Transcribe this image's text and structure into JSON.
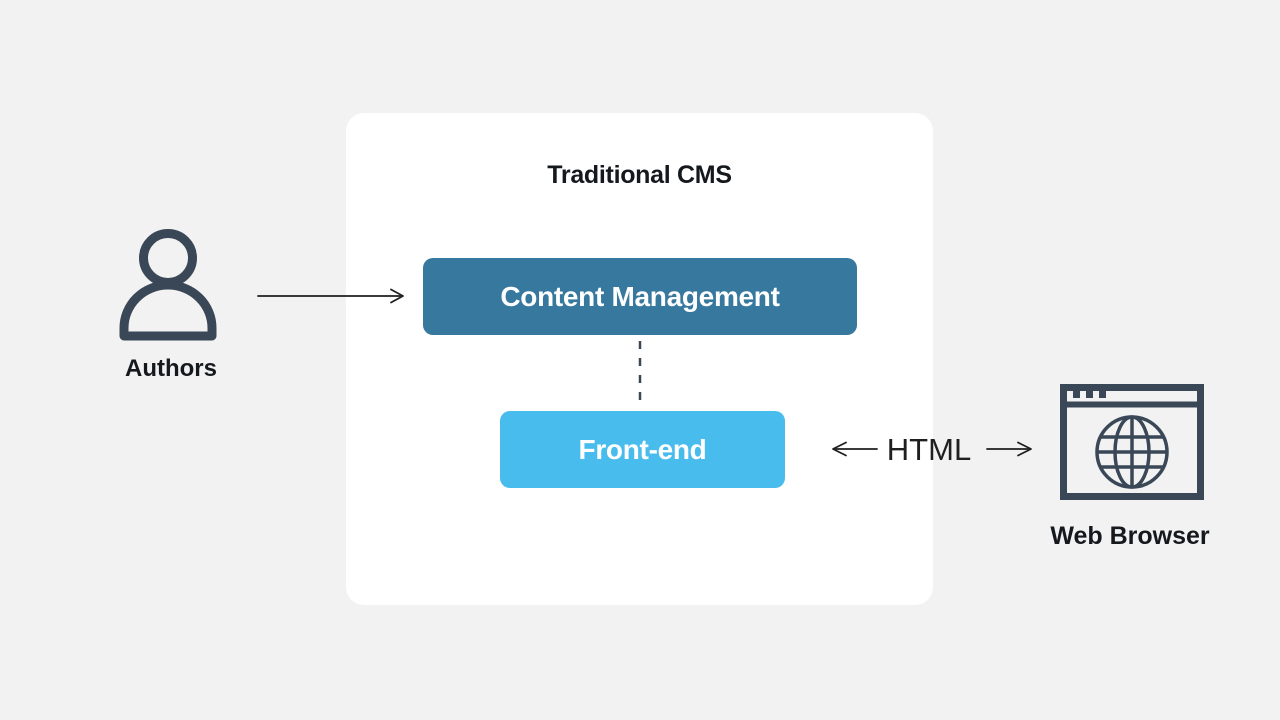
{
  "diagram": {
    "title": "Traditional CMS",
    "nodes": [
      {
        "id": "content-management",
        "label": "Content Management"
      },
      {
        "id": "front-end",
        "label": "Front-end"
      }
    ],
    "actors": [
      {
        "id": "authors",
        "label": "Authors",
        "icon": "person-icon"
      },
      {
        "id": "web-browser",
        "label": "Web Browser",
        "icon": "browser-globe-icon"
      }
    ],
    "edges": [
      {
        "from": "authors",
        "to": "content-management",
        "style": "solid-arrow-right"
      },
      {
        "from": "content-management",
        "to": "front-end",
        "style": "dashed-vertical"
      },
      {
        "from": "front-end",
        "to": "web-browser",
        "label": "HTML",
        "style": "double-headed-arrow"
      }
    ],
    "html_label": "HTML"
  },
  "colors": {
    "background": "#f2f2f2",
    "card": "#ffffff",
    "node_dark": "#36789e",
    "node_light": "#49bcee",
    "node_text": "#ffffff",
    "icon": "#3a4757",
    "text": "#15181d",
    "arrow": "#1f1f1f"
  }
}
